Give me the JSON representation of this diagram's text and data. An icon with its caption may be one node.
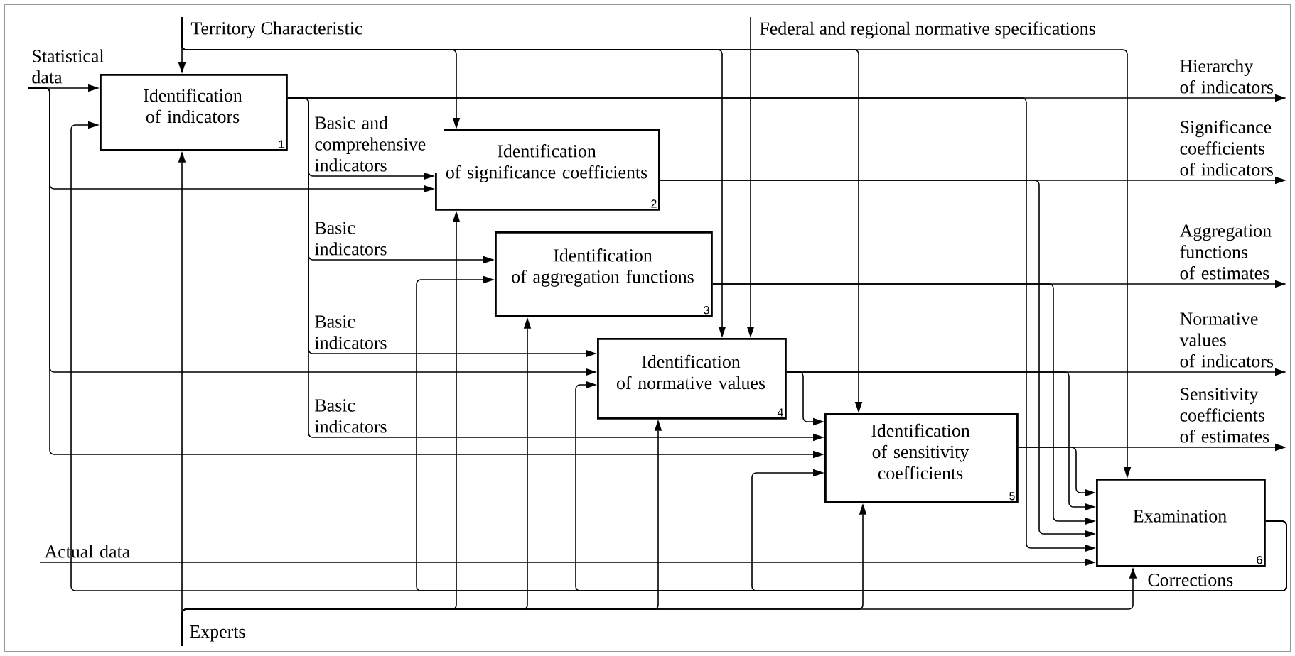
{
  "diagram": {
    "nodes": [
      {
        "text": [
          "Statistical data"
        ]
      },
      {
        "text": [
          "Territory Characteristic"
        ]
      },
      {
        "text": [
          "Federal and regional normative specifications"
        ]
      },
      {
        "text": [
          "Identification of indicators",
          "1"
        ]
      },
      {
        "text": [
          "Identification of significance coefficients",
          "2"
        ]
      },
      {
        "text": [
          "Identification of aggregation functions",
          "3"
        ]
      },
      {
        "text": [
          "Identification of normative values",
          "4"
        ]
      },
      {
        "text": [
          "Identification of sensitivity coefficients",
          "5"
        ]
      },
      {
        "text": [
          "Examination",
          "6"
        ]
      },
      {
        "text": [
          "Actual data"
        ]
      },
      {
        "text": [
          "Experts"
        ]
      },
      {
        "text": [
          "Hierarchy of indicators"
        ]
      },
      {
        "text": [
          "Significance coefficients of indicators"
        ]
      },
      {
        "text": [
          "Aggregation functions of estimates"
        ]
      },
      {
        "text": [
          "Normative values of indicators"
        ]
      },
      {
        "text": [
          "Sensitivity coefficients of estimates"
        ]
      }
    ],
    "edges": [
      {
        "from": 0,
        "to": 3,
        "arrow": "to"
      },
      {
        "from": 0,
        "to": 4,
        "arrow": "to"
      },
      {
        "from": 0,
        "to": 6,
        "arrow": "to"
      },
      {
        "from": 0,
        "to": 7,
        "arrow": "to"
      },
      {
        "from": 1,
        "to": 3,
        "arrow": "to"
      },
      {
        "from": 1,
        "to": 4,
        "arrow": "to"
      },
      {
        "from": 1,
        "to": 6,
        "arrow": "to"
      },
      {
        "from": 1,
        "to": 7,
        "arrow": "to"
      },
      {
        "from": 1,
        "to": 8,
        "arrow": "to"
      },
      {
        "from": 2,
        "to": 6,
        "arrow": "to"
      },
      {
        "from": 3,
        "to": 11,
        "arrow": "to"
      },
      {
        "from": 3,
        "to": 4,
        "arrow": "to",
        "label": "Basic and comprehensive indicators"
      },
      {
        "from": 3,
        "to": 5,
        "arrow": "to",
        "label": "Basic indicators"
      },
      {
        "from": 3,
        "to": 6,
        "arrow": "to",
        "label": "Basic indicators"
      },
      {
        "from": 3,
        "to": 7,
        "arrow": "to",
        "label": "Basic indicators"
      },
      {
        "from": 3,
        "to": 8,
        "arrow": "to"
      },
      {
        "from": 4,
        "to": 12,
        "arrow": "to"
      },
      {
        "from": 4,
        "to": 8,
        "arrow": "to"
      },
      {
        "from": 5,
        "to": 13,
        "arrow": "to"
      },
      {
        "from": 5,
        "to": 8,
        "arrow": "to"
      },
      {
        "from": 6,
        "to": 14,
        "arrow": "to"
      },
      {
        "from": 6,
        "to": 7,
        "arrow": "to"
      },
      {
        "from": 6,
        "to": 8,
        "arrow": "to"
      },
      {
        "from": 7,
        "to": 15,
        "arrow": "to"
      },
      {
        "from": 7,
        "to": 8,
        "arrow": "to"
      },
      {
        "from": 9,
        "to": 8,
        "arrow": "to"
      },
      {
        "from": 10,
        "to": 3,
        "arrow": "to"
      },
      {
        "from": 10,
        "to": 4,
        "arrow": "to"
      },
      {
        "from": 10,
        "to": 5,
        "arrow": "to"
      },
      {
        "from": 10,
        "to": 6,
        "arrow": "to"
      },
      {
        "from": 10,
        "to": 7,
        "arrow": "to"
      },
      {
        "from": 10,
        "to": 8,
        "arrow": "to"
      },
      {
        "from": 8,
        "to": 3,
        "arrow": "to",
        "label": "Corrections"
      },
      {
        "from": 8,
        "to": 5,
        "arrow": "to"
      },
      {
        "from": 8,
        "to": 6,
        "arrow": "to"
      },
      {
        "from": 8,
        "to": 7,
        "arrow": "to"
      }
    ]
  }
}
